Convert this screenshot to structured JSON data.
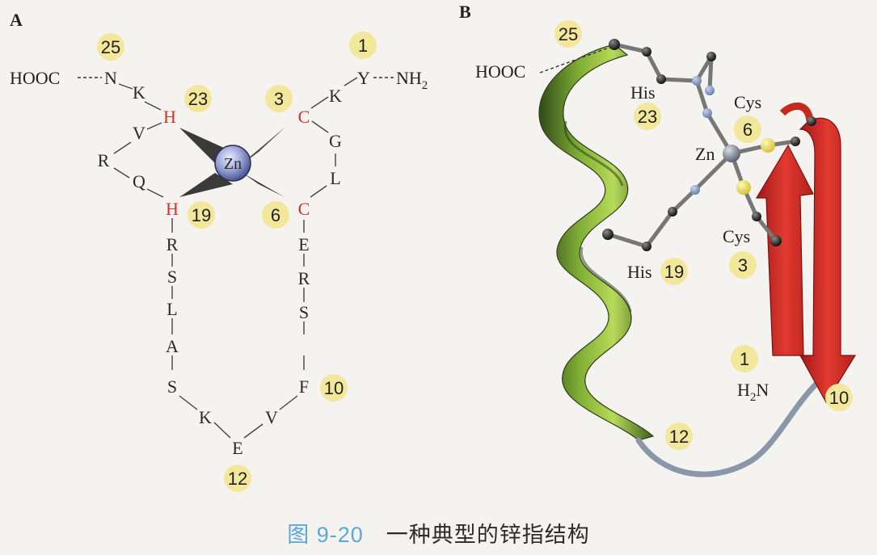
{
  "panel_a": {
    "label": "A",
    "cterm": "HOOC",
    "nterm": "NH",
    "nterm_sub": "2",
    "residues": [
      "Y",
      "K",
      "C",
      "G",
      "L",
      "C",
      "E",
      "R",
      "S",
      "F",
      "V",
      "E",
      "K",
      "S",
      "A",
      "L",
      "S",
      "R",
      "H",
      "Q",
      "R",
      "V",
      "H",
      "K",
      "N"
    ],
    "metal": "Zn",
    "badges": [
      "25",
      "1",
      "23",
      "3",
      "19",
      "6",
      "10",
      "12"
    ]
  },
  "panel_b": {
    "label": "B",
    "cterm": "HOOC",
    "nterm": "H",
    "nterm_sub": "2",
    "nterm_tail": "N",
    "metal": "Zn",
    "his_label": "His",
    "cys_label": "Cys",
    "badges": [
      "25",
      "23",
      "6",
      "3",
      "19",
      "1",
      "10",
      "12"
    ]
  },
  "colors": {
    "badge": "#f2e79a",
    "coordinating_residue": "#d4302c",
    "helix": "#8fbf3a",
    "sheet": "#d8322a",
    "caption_fig": "#5aa9da"
  },
  "caption": {
    "figure_number": "图 9-20",
    "title": "一种典型的锌指结构"
  }
}
